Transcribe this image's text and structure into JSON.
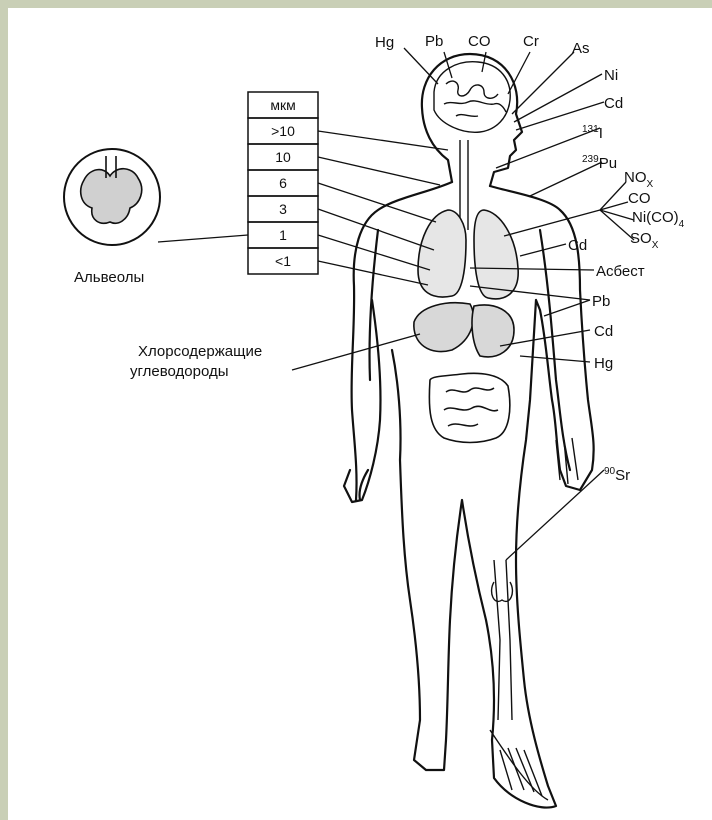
{
  "table": {
    "header": "мкм",
    "rows": [
      ">10",
      "10",
      "6",
      "3",
      "1",
      "<1"
    ]
  },
  "labels": {
    "alveoli": "Альвеолы",
    "chloro_line1": "Хлорсодержащие",
    "chloro_line2": "углеводороды",
    "hg_top": "Hg",
    "pb_top": "Pb",
    "co_top": "CO",
    "cr": "Cr",
    "as": "As",
    "ni": "Ni",
    "cd_1": "Cd",
    "i131_mass": "131",
    "i131_el": "I",
    "pu239_mass": "239",
    "pu239_el": "Pu",
    "nox_main": "NO",
    "nox_sub": "X",
    "co_right": "CO",
    "nico_main": "Ni(CO)",
    "nico_sub": "4",
    "sox_main": "SO",
    "sox_sub": "X",
    "cd_2": "Cd",
    "asbest": "Асбест",
    "pb_right": "Pb",
    "cd_3": "Cd",
    "hg_right": "Hg",
    "sr90_mass": "90",
    "sr90_el": "Sr"
  }
}
